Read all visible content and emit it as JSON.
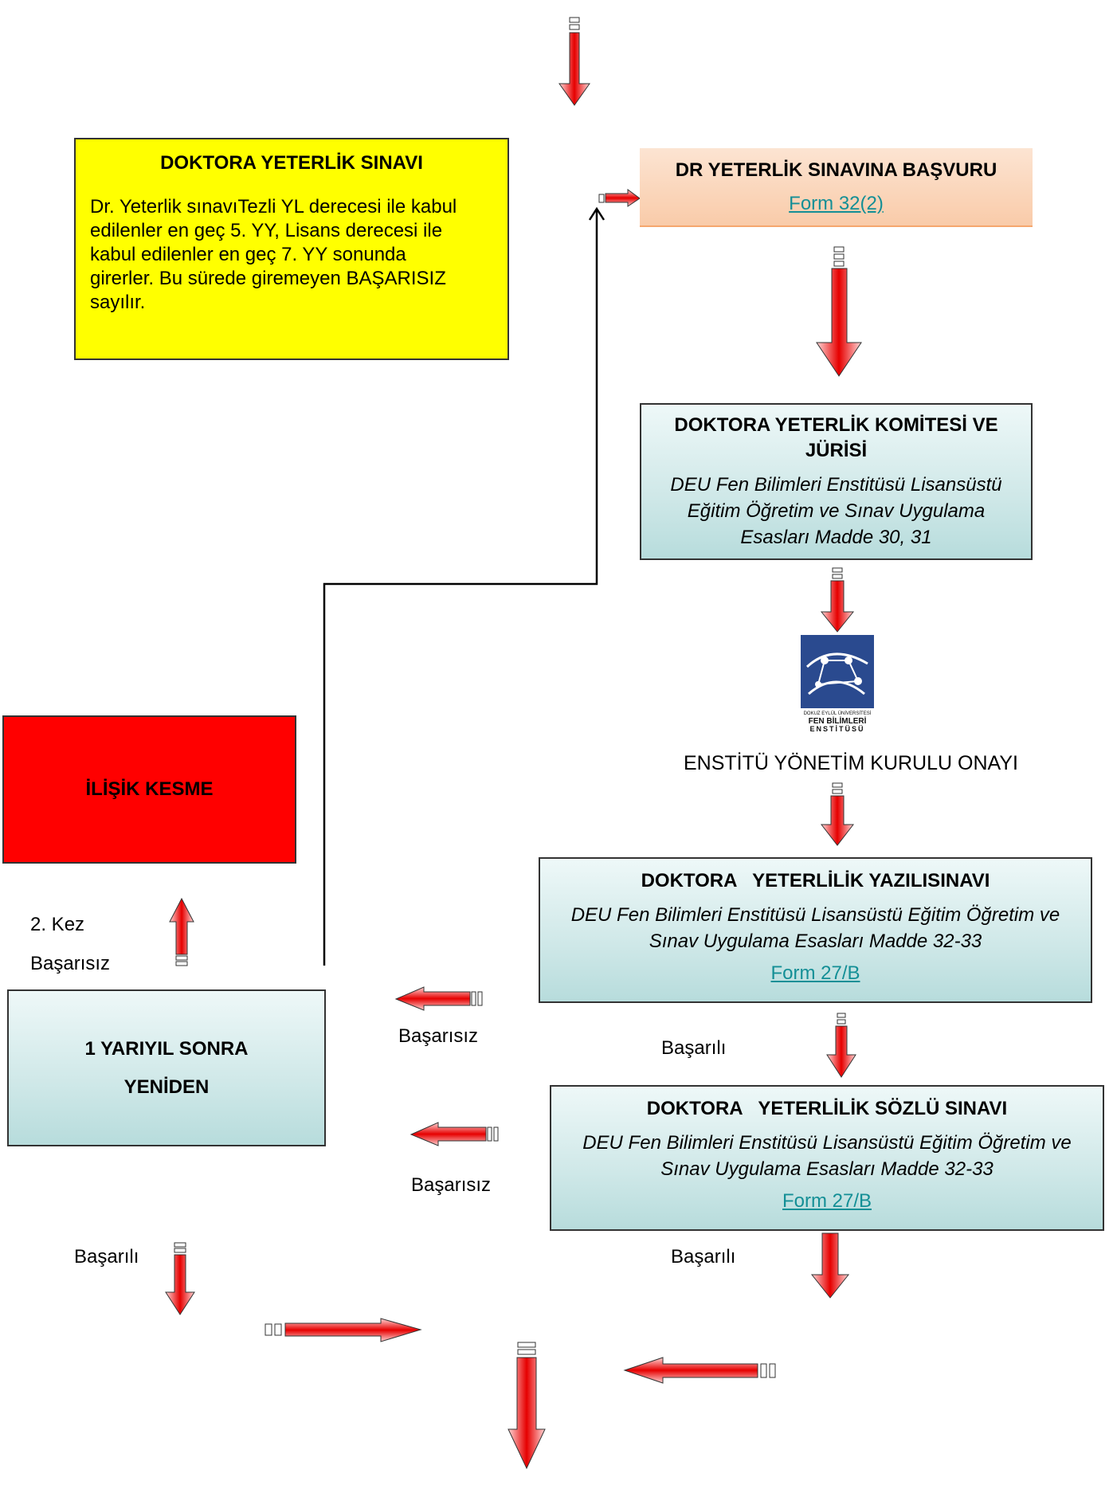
{
  "yeterlik_info": {
    "title": "DOKTORA YETERLİK SINAVI",
    "body": "Dr. Yeterlik sınavıTezli YL derecesi ile kabul edilenler en geç 5. YY, Lisans derecesi ile kabul edilenler en geç 7. YY sonunda girerler. Bu sürede giremeyen BAŞARISIZ sayılır."
  },
  "basvuru": {
    "title": "DR YETERLİK SINAVINA BAŞVURU",
    "form": "Form 32(2)"
  },
  "komite": {
    "title": "DOKTORA YETERLİK KOMİTESİ VE JÜRİSİ",
    "ref": "DEU Fen Bilimleri Enstitüsü Lisansüstü Eğitim Öğretim ve Sınav Uygulama Esasları Madde 30, 31"
  },
  "logo": {
    "line1": "DOKUZ EYLÜL ÜNİVERSİTESİ",
    "line2": "FEN BİLİMLERİ",
    "line3": "ENSTİTÜSÜ"
  },
  "enstitu_onay": "ENSTİTÜ YÖNETİM KURULU ONAYI",
  "yazili": {
    "title": "DOKTORA   YETERLİLİK YAZILISINAVI",
    "ref": "DEU Fen Bilimleri Enstitüsü Lisansüstü Eğitim Öğretim ve Sınav Uygulama Esasları Madde 32-33",
    "form": "Form 27/B"
  },
  "sozlu": {
    "title": "DOKTORA   YETERLİLİK SÖZLÜ SINAVI",
    "ref": "DEU Fen Bilimleri Enstitüsü Lisansüstü Eğitim Öğretim ve Sınav Uygulama Esasları Madde 32-33",
    "form": "Form 27/B"
  },
  "iliski_kesme": "İLİŞİK KESME",
  "yariyil": {
    "line1": "1 YARIYIL SONRA",
    "line2": "YENİDEN"
  },
  "labels": {
    "ikinci_kez": "2. Kez",
    "basarisiz_top": "Başarısız",
    "basarisiz_1": "Başarısız",
    "basarisiz_2": "Başarısız",
    "basarili_1": "Başarılı",
    "basarili_2": "Başarılı",
    "basarili_3": "Başarılı"
  },
  "colors": {
    "arrow_red": "#e60000",
    "arrow_light": "#ffd6d6",
    "yellow": "#ffff00",
    "teal": "#cfe8e8",
    "peach": "#f9cba9",
    "red_box": "#ff0000"
  }
}
